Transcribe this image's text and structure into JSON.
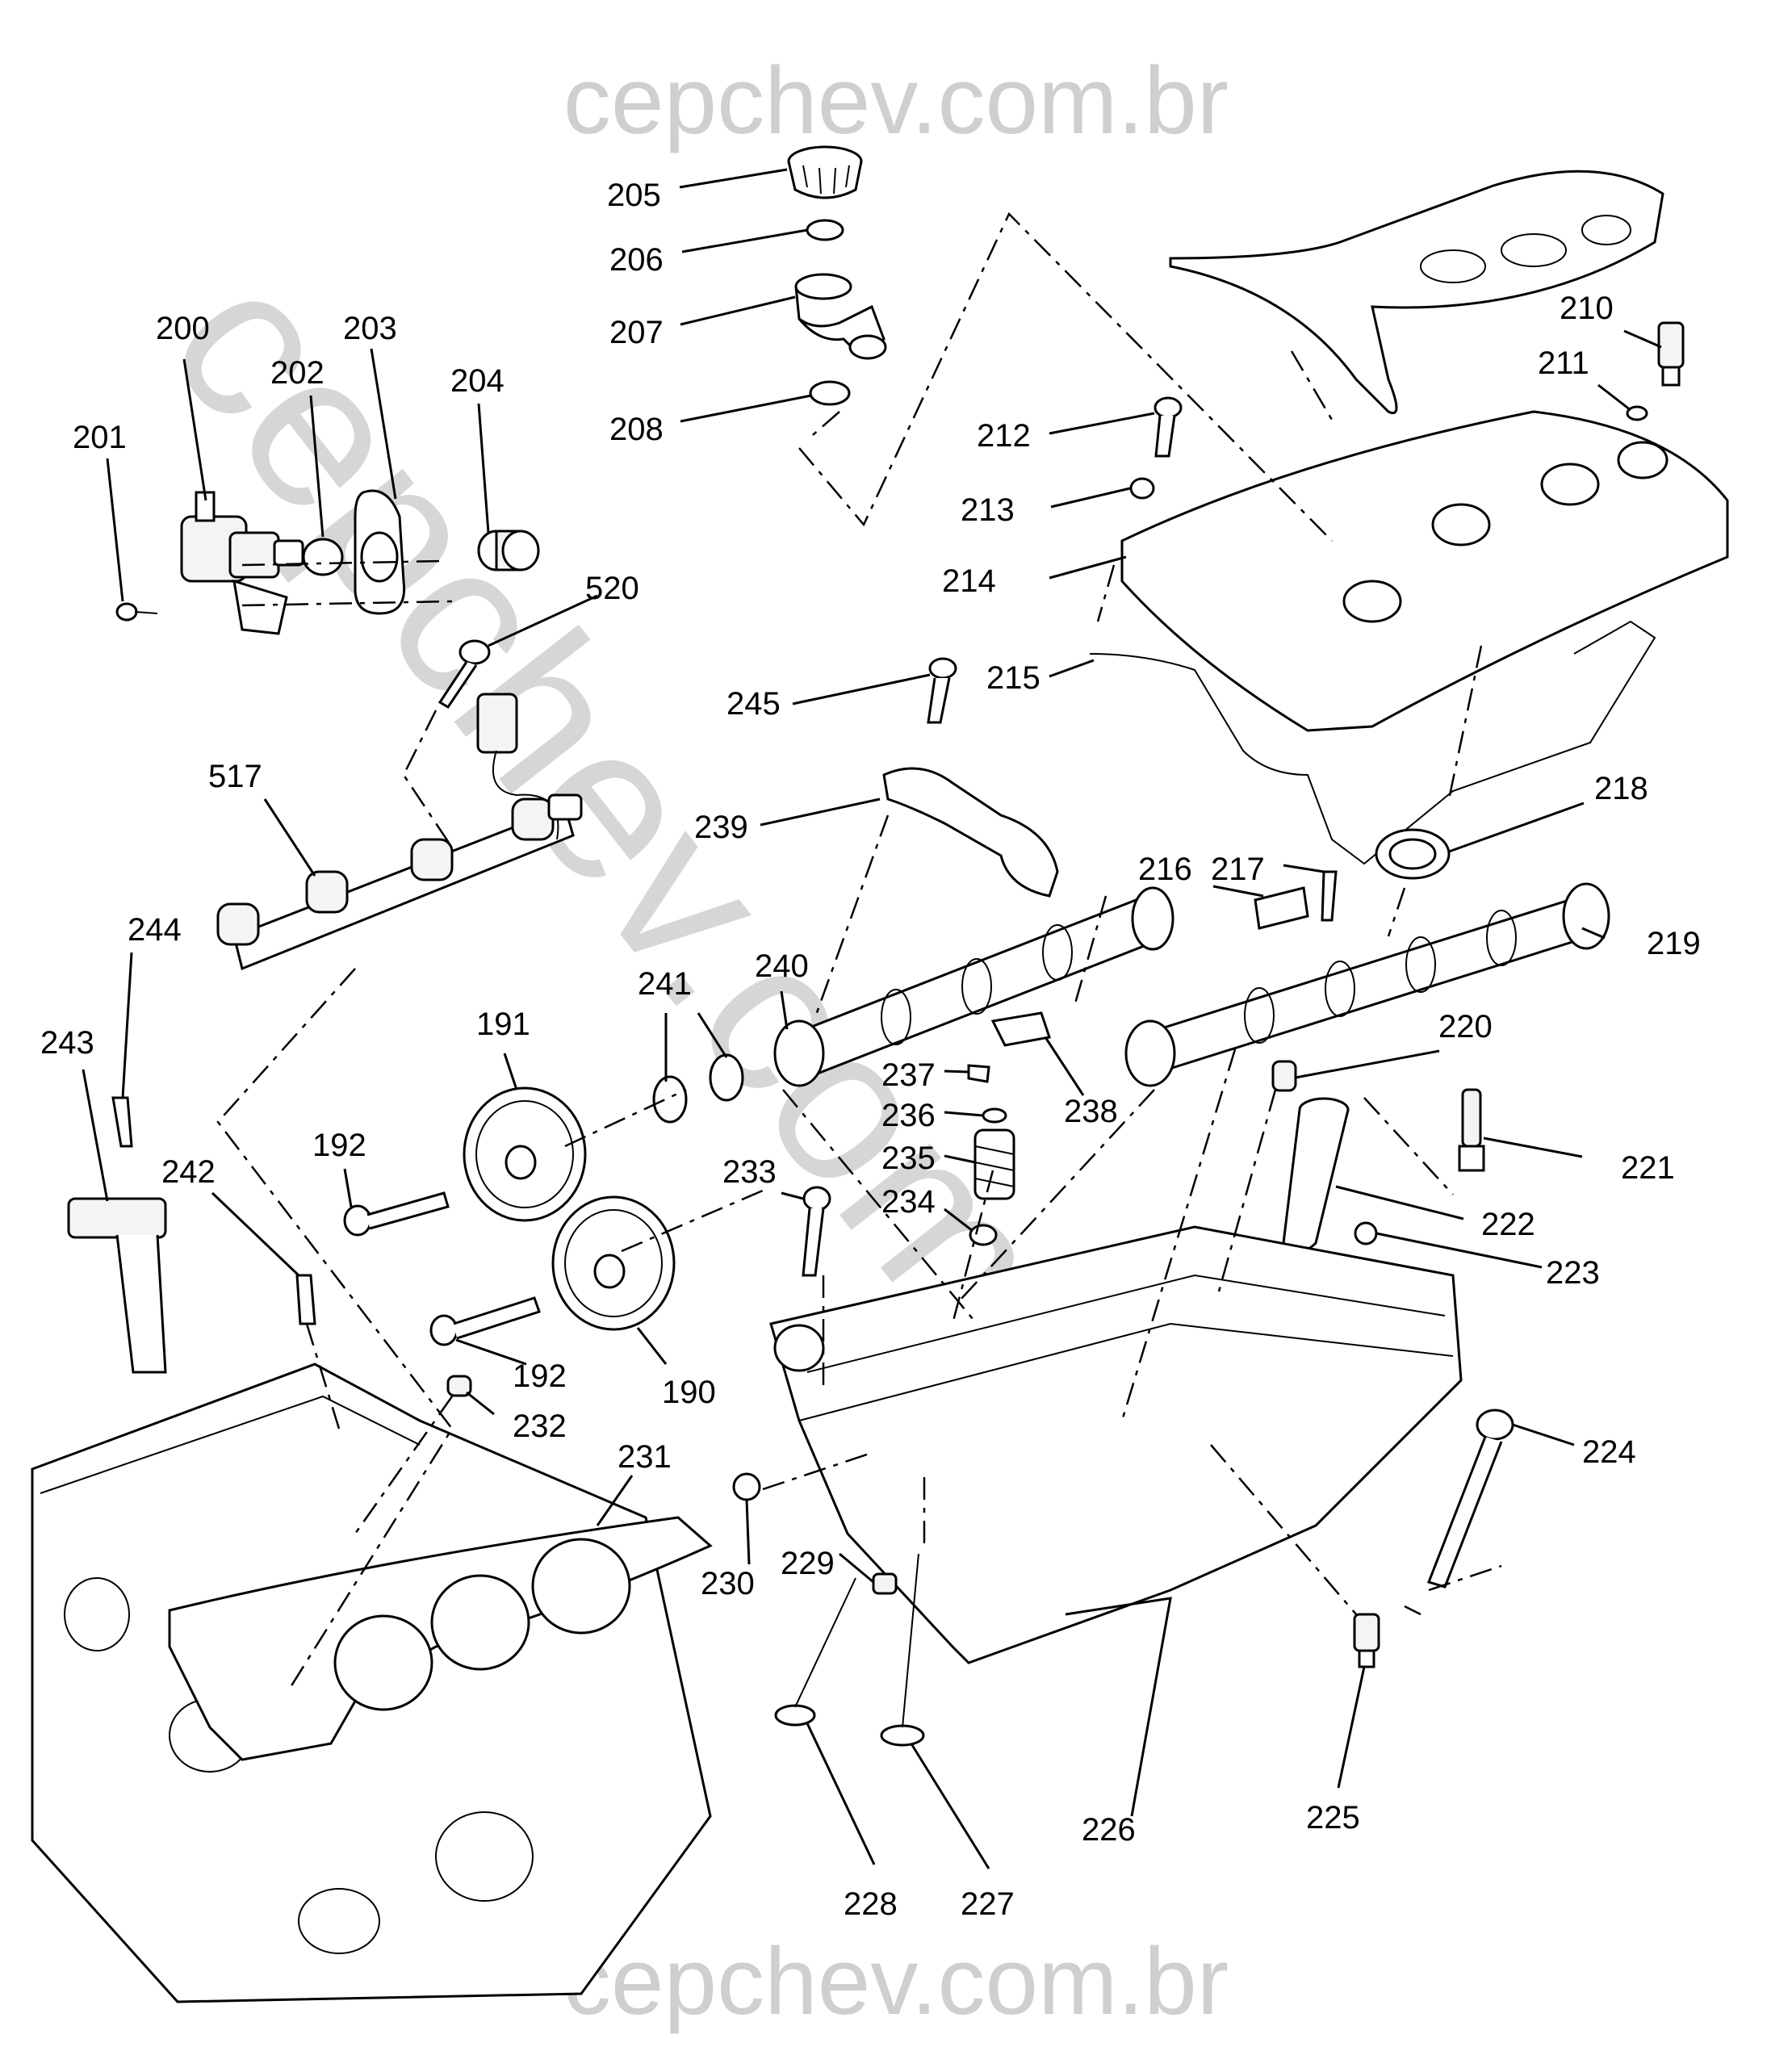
{
  "watermark": {
    "top": "cepchev.com.br",
    "diagonal": "cepchev.com.br",
    "bottom": "cepchev.com.br"
  },
  "callouts": [
    {
      "id": "c205",
      "label": "205"
    },
    {
      "id": "c206",
      "label": "206"
    },
    {
      "id": "c207",
      "label": "207"
    },
    {
      "id": "c208",
      "label": "208"
    },
    {
      "id": "c200",
      "label": "200"
    },
    {
      "id": "c203",
      "label": "203"
    },
    {
      "id": "c202",
      "label": "202"
    },
    {
      "id": "c204",
      "label": "204"
    },
    {
      "id": "c201",
      "label": "201"
    },
    {
      "id": "c520",
      "label": "520"
    },
    {
      "id": "c210",
      "label": "210"
    },
    {
      "id": "c211",
      "label": "211"
    },
    {
      "id": "c212",
      "label": "212"
    },
    {
      "id": "c213",
      "label": "213"
    },
    {
      "id": "c214",
      "label": "214"
    },
    {
      "id": "c215",
      "label": "215"
    },
    {
      "id": "c245",
      "label": "245"
    },
    {
      "id": "c517",
      "label": "517"
    },
    {
      "id": "c239",
      "label": "239"
    },
    {
      "id": "c218",
      "label": "218"
    },
    {
      "id": "c216",
      "label": "216"
    },
    {
      "id": "c217",
      "label": "217"
    },
    {
      "id": "c219",
      "label": "219"
    },
    {
      "id": "c244",
      "label": "244"
    },
    {
      "id": "c241",
      "label": "241"
    },
    {
      "id": "c240",
      "label": "240"
    },
    {
      "id": "c191",
      "label": "191"
    },
    {
      "id": "c243",
      "label": "243"
    },
    {
      "id": "c220",
      "label": "220"
    },
    {
      "id": "c237",
      "label": "237"
    },
    {
      "id": "c236",
      "label": "236"
    },
    {
      "id": "c238",
      "label": "238"
    },
    {
      "id": "c192a",
      "label": "192"
    },
    {
      "id": "c235",
      "label": "235"
    },
    {
      "id": "c221",
      "label": "221"
    },
    {
      "id": "c234",
      "label": "234"
    },
    {
      "id": "c233",
      "label": "233"
    },
    {
      "id": "c242",
      "label": "242"
    },
    {
      "id": "c222",
      "label": "222"
    },
    {
      "id": "c223",
      "label": "223"
    },
    {
      "id": "c192b",
      "label": "192"
    },
    {
      "id": "c190",
      "label": "190"
    },
    {
      "id": "c232",
      "label": "232"
    },
    {
      "id": "c224",
      "label": "224"
    },
    {
      "id": "c231",
      "label": "231"
    },
    {
      "id": "c229",
      "label": "229"
    },
    {
      "id": "c230",
      "label": "230"
    },
    {
      "id": "c226",
      "label": "226"
    },
    {
      "id": "c225",
      "label": "225"
    },
    {
      "id": "c228",
      "label": "228"
    },
    {
      "id": "c227",
      "label": "227"
    }
  ]
}
